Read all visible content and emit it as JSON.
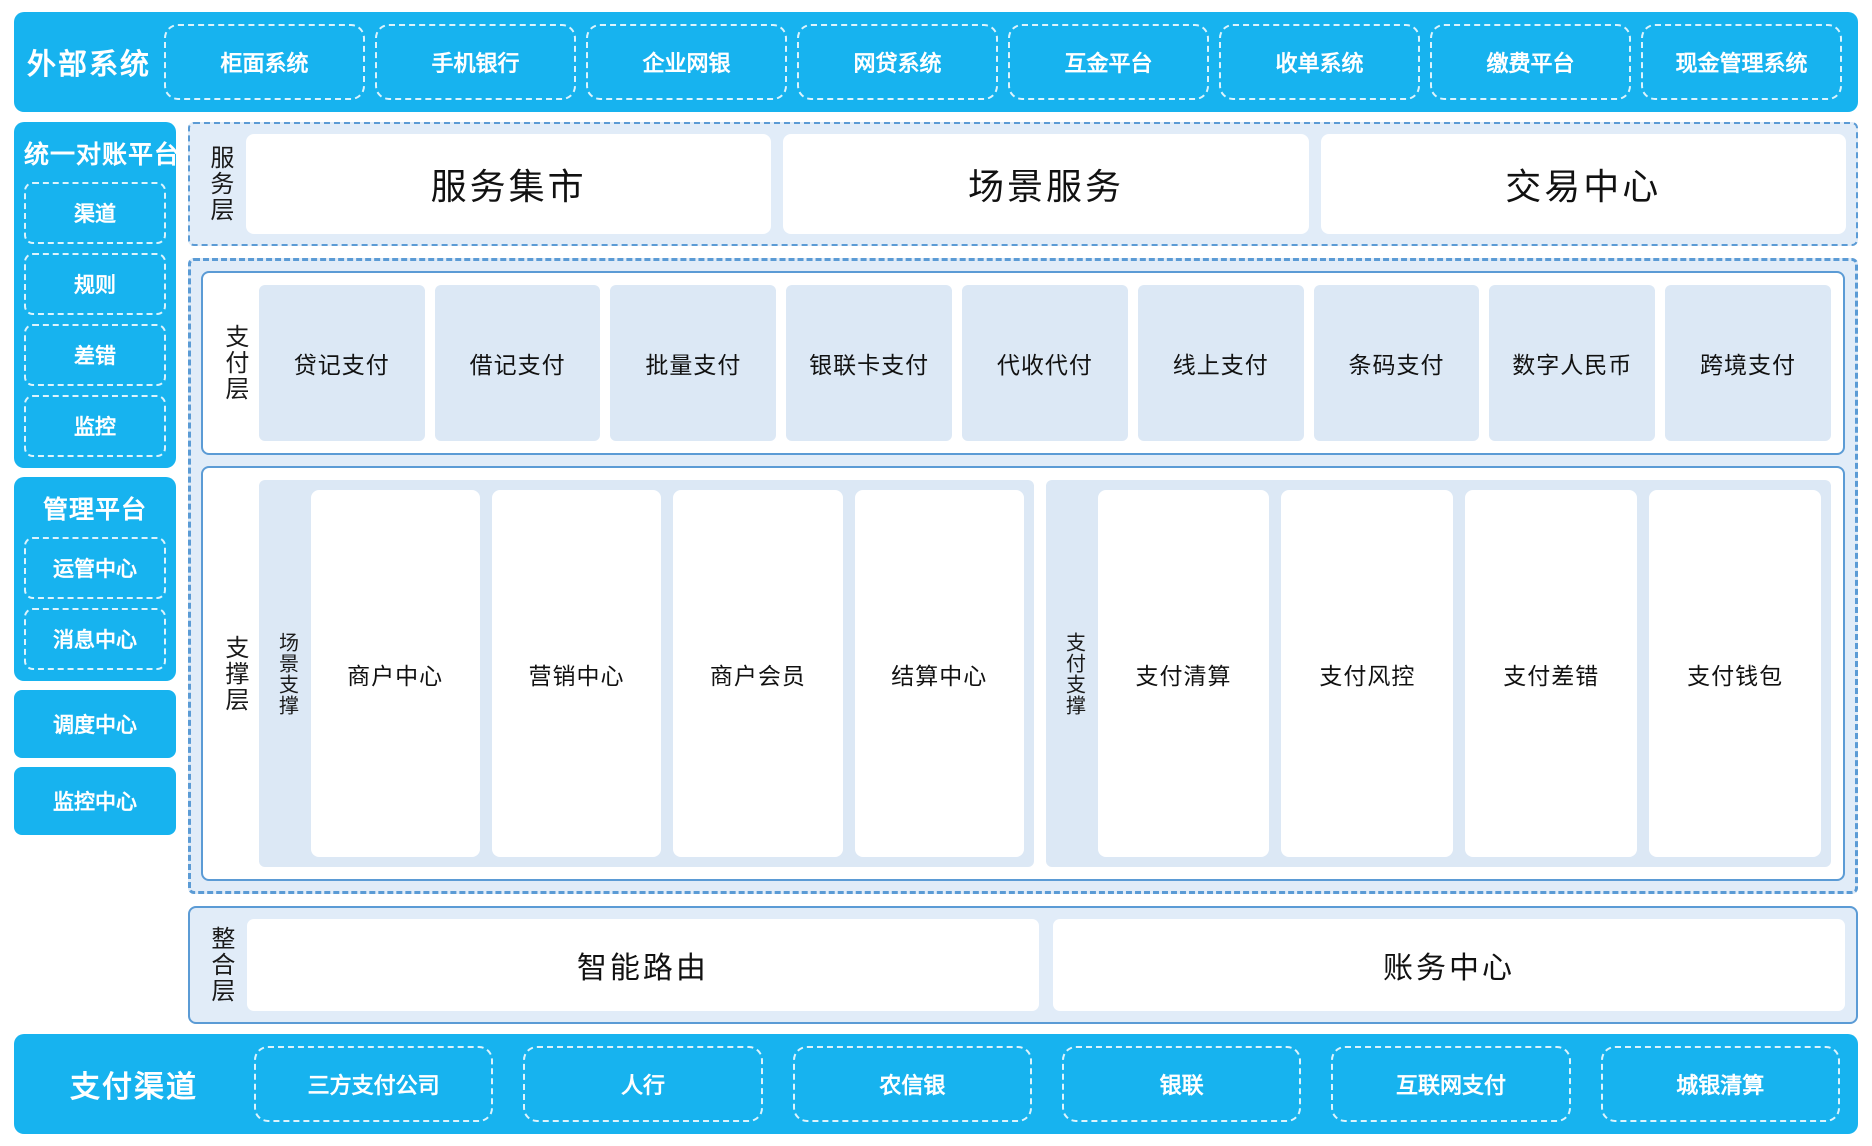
{
  "external_systems": {
    "title": "外部系统",
    "items": [
      "柜面系统",
      "手机银行",
      "企业网银",
      "网贷系统",
      "互金平台",
      "收单系统",
      "缴费平台",
      "现金管理系统"
    ]
  },
  "rail": {
    "recon_platform": {
      "title": "统一对账平台",
      "items": [
        "渠道",
        "规则",
        "差错",
        "监控"
      ]
    },
    "mgmt_platform": {
      "title": "管理平台",
      "items": [
        "运管中心",
        "消息中心"
      ]
    },
    "standalone": [
      "调度中心",
      "监控中心"
    ]
  },
  "service_layer": {
    "label": "服务层",
    "items": [
      "服务集市",
      "场景服务",
      "交易中心"
    ]
  },
  "payment_layer": {
    "label": "支付层",
    "items": [
      "贷记支付",
      "借记支付",
      "批量支付",
      "银联卡支付",
      "代收代付",
      "线上支付",
      "条码支付",
      "数字人民币",
      "跨境支付"
    ]
  },
  "support_layer": {
    "label": "支撑层",
    "groups": [
      {
        "label": "场景支撑",
        "items": [
          "商户中心",
          "营销中心",
          "商户会员",
          "结算中心"
        ]
      },
      {
        "label": "支付支撑",
        "items": [
          "支付清算",
          "支付风控",
          "支付差错",
          "支付钱包"
        ]
      }
    ]
  },
  "integration_layer": {
    "label": "整合层",
    "items": [
      "智能路由",
      "账务中心"
    ]
  },
  "payment_channel": {
    "title": "支付渠道",
    "items": [
      "三方支付公司",
      "人行",
      "农信银",
      "银联",
      "互联网支付",
      "城银清算"
    ]
  },
  "colors": {
    "brand_cyan": "#17b3ef",
    "panel_blue": "#e1ecf8",
    "chip_blue": "#dce8f5",
    "border_blue": "#5b9bd5"
  }
}
